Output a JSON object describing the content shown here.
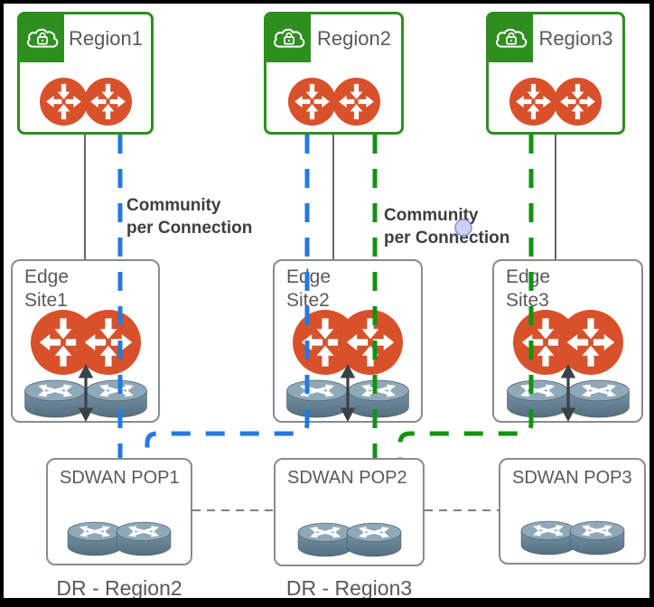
{
  "regions": [
    {
      "label": "Region1"
    },
    {
      "label": "Region2"
    },
    {
      "label": "Region3"
    }
  ],
  "edge_sites": [
    {
      "line1": "Edge",
      "line2": "Site1"
    },
    {
      "line1": "Edge",
      "line2": "Site2"
    },
    {
      "line1": "Edge",
      "line2": "Site3"
    }
  ],
  "pops": [
    {
      "label": "SDWAN POP1",
      "dr_label": "DR - Region2"
    },
    {
      "label": "SDWAN POP2",
      "dr_label": "DR - Region3"
    },
    {
      "label": "SDWAN POP3",
      "dr_label": ""
    }
  ],
  "annotations": [
    {
      "line1": "Community",
      "line2": "per Connection"
    },
    {
      "line1": "Community",
      "line2": "per Connection"
    }
  ],
  "icons": {
    "cloud-lock-icon": "cloud outline with padlock",
    "routing-circle-icon": "orange circle with four white arrows",
    "router-icon": "teal cylinder with crossed white arrows",
    "double-arrow-icon": "vertical double-headed black arrow",
    "marker-dot": "small lavender circle marker"
  },
  "colors": {
    "region_green": "#2E8F1F",
    "blue_path": "#2379E2",
    "green_path": "#129312",
    "orange_router": "#D8512A",
    "router_teal": "#7E99A9",
    "box_border": "#888B90",
    "connector_gray": "#666666",
    "pop_link_gray": "#7F7F7F",
    "text_gray": "#595959",
    "annotation_text": "#3E3E3E",
    "dark_arrow": "#3A4147",
    "marker_fill": "#C9CFF3",
    "marker_stroke": "#7D88CF",
    "frame_black": "#000000"
  }
}
